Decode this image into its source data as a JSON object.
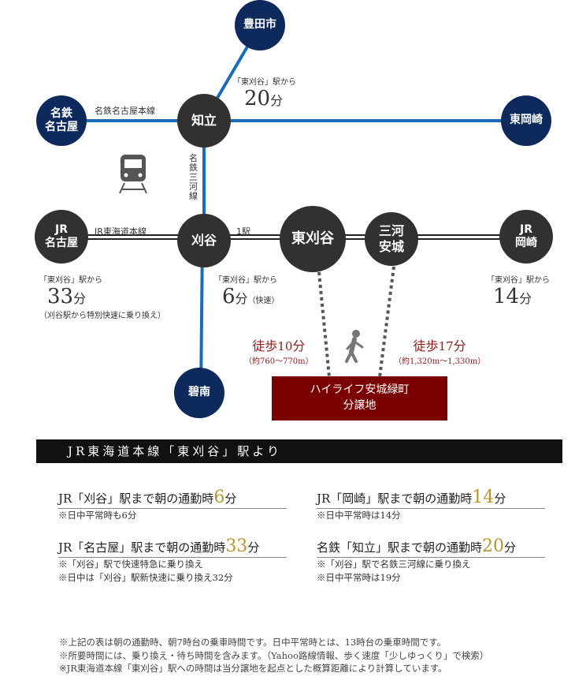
{
  "stations": {
    "toyota": "豊田市",
    "meitetsu_nagoya": "名鉄\n名古屋",
    "chiryu": "知立",
    "higashiokazaki": "東岡崎",
    "jr_nagoya": "JR\n名古屋",
    "kariya": "刈谷",
    "higashikariya": "東刈谷",
    "mikawaanjo": "三河\n安城",
    "jr_okazaki": "JR\n岡崎",
    "hekinan": "碧南"
  },
  "lines": {
    "meitetsu_nagoya_line": "名鉄名古屋本線",
    "meitetsu_mikawa_line": "名\n鉄\n三\n河\n線",
    "jr_tokaido": "JR東海道本線",
    "one_station": "1駅"
  },
  "times": {
    "chiryu": {
      "from": "「東刈谷」駅から",
      "num": "20",
      "unit": "分"
    },
    "nagoya": {
      "from": "「東刈谷」駅から",
      "num": "33",
      "unit": "分",
      "note": "（刈谷駅から特別快速に乗り換え）"
    },
    "kariya": {
      "from": "「東刈谷」駅から",
      "num": "6",
      "unit": "分",
      "note": "（快速）"
    },
    "okazaki": {
      "from": "「東刈谷」駅から",
      "num": "14",
      "unit": "分"
    }
  },
  "walk": {
    "left": {
      "label": "徒歩",
      "num": "10",
      "unit": "分",
      "dist": "（約760〜770m）"
    },
    "right": {
      "label": "徒歩",
      "num": "17",
      "unit": "分",
      "dist": "（約1,320m〜1,330m）"
    }
  },
  "site": {
    "line1": "ハイライフ安城緑町",
    "line2": "分譲地"
  },
  "section_title": "JR東海道本線「東刈谷」駅より",
  "items": [
    {
      "pre": "JR「刈谷」駅まで朝の通勤時",
      "num": "6",
      "unit": "分",
      "notes": [
        "※日中平常時も6分"
      ]
    },
    {
      "pre": "JR「岡崎」駅まで朝の通勤時",
      "num": "14",
      "unit": "分",
      "notes": [
        "※日中平常時は14分"
      ]
    },
    {
      "pre": "JR「名古屋」駅まで朝の通勤時",
      "num": "33",
      "unit": "分",
      "notes": [
        "※「刈谷」駅で快速特急に乗り換え",
        "※日中は「刈谷」駅新快速に乗り換え32分"
      ]
    },
    {
      "pre": "名鉄「知立」駅まで朝の通勤時",
      "num": "20",
      "unit": "分",
      "notes": [
        "※「刈谷」駅で名鉄三河線に乗り換え",
        "※日中平常時は19分"
      ]
    }
  ],
  "footnotes": [
    "※上記の表は朝の通勤時、朝7時台の乗車時間です。日中平常時とは、13時台の乗車時間です。",
    "※所要時間には、乗り換え・待ち時間を含みます。（Yahoo路線情報、歩く速度「少しゆっくり」で検索）",
    "※JR東海道本線「東刈谷」駅への時間は当分譲地を起点とした概算距離により計算しています。"
  ],
  "colors": {
    "navy": "#0e2a5c",
    "dark": "#333030",
    "blue": "#1a6cb8",
    "site": "#7a0000",
    "gold": "#b8962e"
  }
}
